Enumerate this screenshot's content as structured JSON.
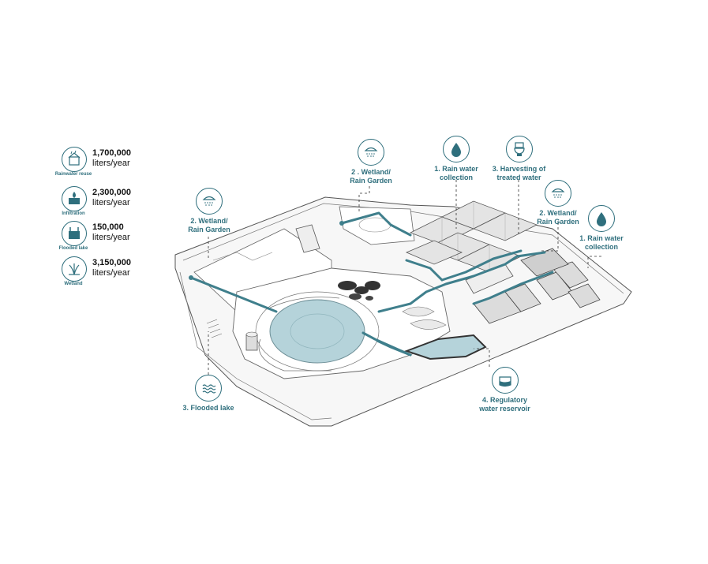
{
  "legend": [
    {
      "caption": "Rainwater reuse",
      "value": "1,700,000",
      "unit": "liters/year",
      "icon": "rainwater-reuse-icon"
    },
    {
      "caption": "Infiltration",
      "value": "2,300,000",
      "unit": "liters/year",
      "icon": "infiltration-icon"
    },
    {
      "caption": "Flooded lake",
      "value": "150,000",
      "unit": "liters/year",
      "icon": "flooded-lake-icon"
    },
    {
      "caption": "Wetland",
      "value": "3,150,000",
      "unit": "liters/year",
      "icon": "wetland-icon"
    }
  ],
  "callouts": {
    "wetland_left": {
      "line1": "2. Wetland/",
      "line2": "Rain Garden",
      "icon": "shower-icon"
    },
    "wetland_top": {
      "line1": "2 . Wetland/",
      "line2": "Rain Garden",
      "icon": "shower-icon"
    },
    "rain_collection_top": {
      "line1": "1. Rain water",
      "line2": "collection",
      "icon": "water-drop-icon"
    },
    "harvesting": {
      "line1": "3. Harvesting of",
      "line2": "treated water",
      "icon": "toilet-icon"
    },
    "wetland_right": {
      "line1": "2. Wetland/",
      "line2": "Rain Garden",
      "icon": "shower-icon"
    },
    "rain_collection_right": {
      "line1": "1. Rain water",
      "line2": "collection",
      "icon": "water-drop-icon"
    },
    "flooded_lake": {
      "line1": "3. Flooded lake",
      "line2": "",
      "icon": "waves-icon"
    },
    "reservoir": {
      "line1": "4. Regulatory",
      "line2": "water reservoir",
      "icon": "water-tank-icon"
    }
  },
  "colors": {
    "accent": "#2f6f7d",
    "pipe": "#3f7f8c",
    "lake": "#a9cdd6",
    "line": "#555555"
  }
}
